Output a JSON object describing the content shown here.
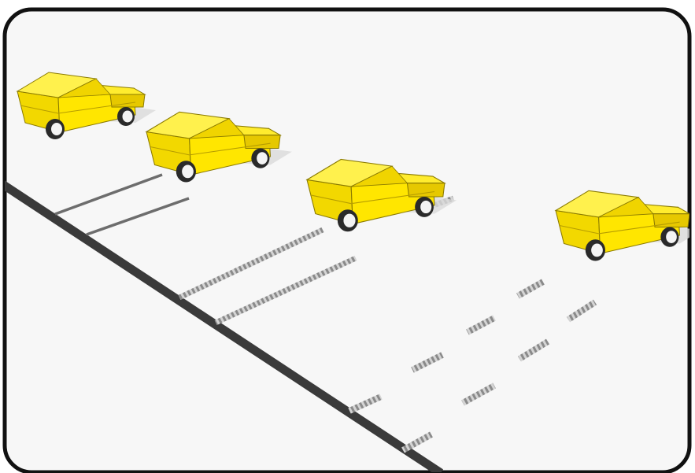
{
  "scene": {
    "description_free": true,
    "cars": [
      {
        "name": "car-1",
        "track_style": "none"
      },
      {
        "name": "car-2",
        "track_style": "solid"
      },
      {
        "name": "car-3",
        "track_style": "dotted"
      },
      {
        "name": "car-4",
        "track_style": "dashed"
      }
    ],
    "colors": {
      "frame": "#111111",
      "background": "#f7f7f7",
      "road_edge": "#3a3a3a",
      "car_body": "#ffe600",
      "car_shade": "#e6c800",
      "car_side": "#f2d800",
      "wheel": "#2a2a2a",
      "hub": "#f4f4f4",
      "track": "#6d6d6d",
      "shadow": "#d9d9d9"
    }
  }
}
